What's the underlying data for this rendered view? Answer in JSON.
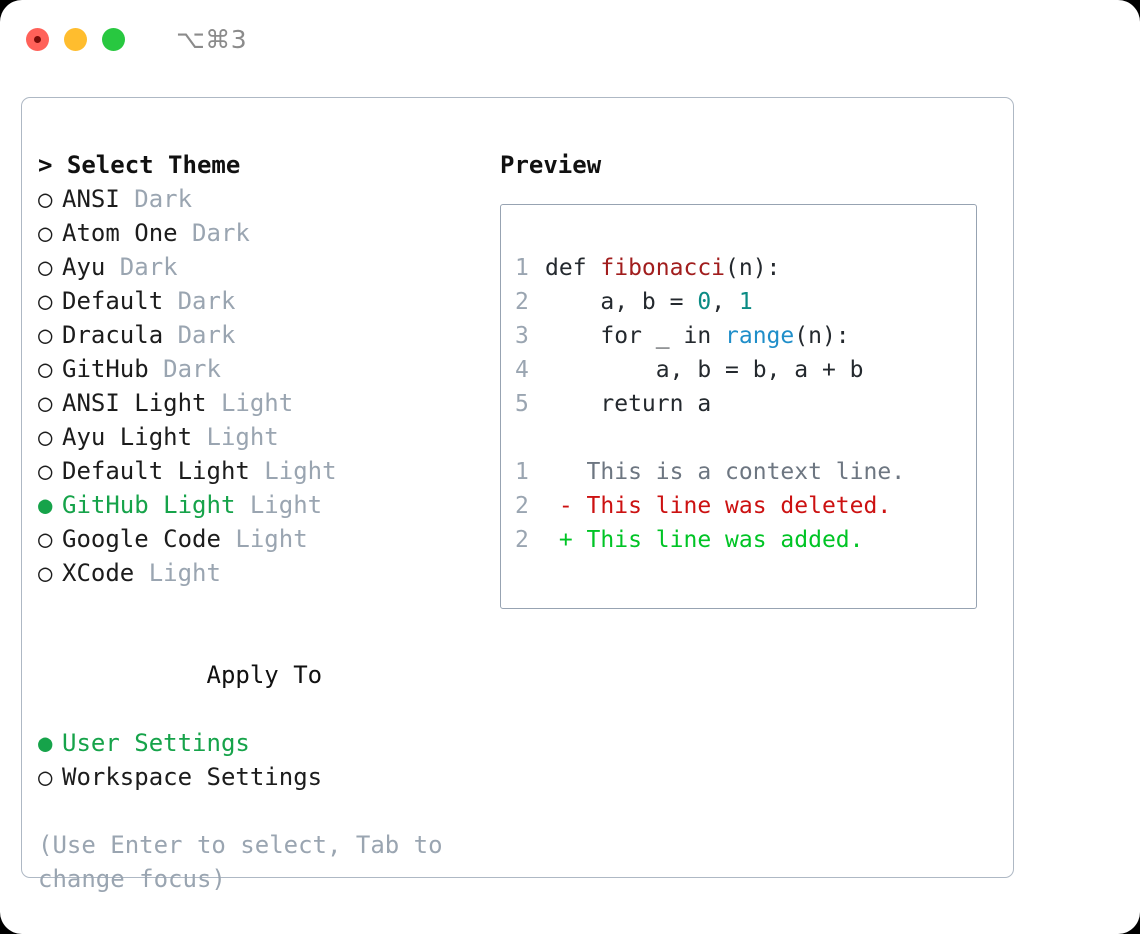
{
  "titlebar": {
    "shortcut": "⌥⌘3",
    "lights": [
      "close-red",
      "minimize-yellow",
      "zoom-green"
    ]
  },
  "theme_picker": {
    "header": "> Select Theme",
    "items": [
      {
        "bullet": "○",
        "label": "ANSI",
        "variant": "Dark",
        "selected": false
      },
      {
        "bullet": "○",
        "label": "Atom One",
        "variant": "Dark",
        "selected": false
      },
      {
        "bullet": "○",
        "label": "Ayu",
        "variant": "Dark",
        "selected": false
      },
      {
        "bullet": "○",
        "label": "Default",
        "variant": "Dark",
        "selected": false
      },
      {
        "bullet": "○",
        "label": "Dracula",
        "variant": "Dark",
        "selected": false
      },
      {
        "bullet": "○",
        "label": "GitHub",
        "variant": "Dark",
        "selected": false
      },
      {
        "bullet": "○",
        "label": "ANSI Light",
        "variant": "Light",
        "selected": false
      },
      {
        "bullet": "○",
        "label": "Ayu Light",
        "variant": "Light",
        "selected": false
      },
      {
        "bullet": "○",
        "label": "Default Light",
        "variant": "Light",
        "selected": false
      },
      {
        "bullet": "●",
        "label": "GitHub Light",
        "variant": "Light",
        "selected": true
      },
      {
        "bullet": "○",
        "label": "Google Code",
        "variant": "Light",
        "selected": false
      },
      {
        "bullet": "○",
        "label": "XCode",
        "variant": "Light",
        "selected": false
      }
    ]
  },
  "apply_to": {
    "header": "Apply To",
    "items": [
      {
        "bullet": "●",
        "label": "User Settings",
        "selected": true
      },
      {
        "bullet": "○",
        "label": "Workspace Settings",
        "selected": false
      }
    ]
  },
  "hint": "(Use Enter to select, Tab to change focus)",
  "preview": {
    "header": "Preview",
    "code_lines": [
      {
        "num": "1",
        "tokens": [
          {
            "text": "def ",
            "type": "plain"
          },
          {
            "text": "fibonacci",
            "type": "fn"
          },
          {
            "text": "(n):",
            "type": "plain"
          }
        ]
      },
      {
        "num": "2",
        "tokens": [
          {
            "text": "    a, b = ",
            "type": "plain"
          },
          {
            "text": "0",
            "type": "num"
          },
          {
            "text": ", ",
            "type": "plain"
          },
          {
            "text": "1",
            "type": "num"
          }
        ]
      },
      {
        "num": "3",
        "tokens": [
          {
            "text": "    for _ in ",
            "type": "plain"
          },
          {
            "text": "range",
            "type": "builtin"
          },
          {
            "text": "(n):",
            "type": "plain"
          }
        ]
      },
      {
        "num": "4",
        "tokens": [
          {
            "text": "        a, b = b, a + b",
            "type": "plain"
          }
        ]
      },
      {
        "num": "5",
        "tokens": [
          {
            "text": "    return a",
            "type": "plain"
          }
        ]
      }
    ],
    "diff_lines": [
      {
        "num": "1",
        "marker": " ",
        "text": " This is a context line.",
        "kind": "context"
      },
      {
        "num": "2",
        "marker": "-",
        "text": " This line was deleted.",
        "kind": "deleted"
      },
      {
        "num": "2",
        "marker": "+",
        "text": " This line was added.",
        "kind": "added"
      }
    ]
  },
  "colors": {
    "accent_green": "#16a34a",
    "muted": "#9aa5b1",
    "border": "#aeb8c4",
    "code_border": "#97a3b2",
    "diff_deleted": "#cc1111",
    "diff_added": "#00c425",
    "token_function": "#a11d1d",
    "token_number": "#0b8b84",
    "token_builtin": "#1f8ec9"
  }
}
